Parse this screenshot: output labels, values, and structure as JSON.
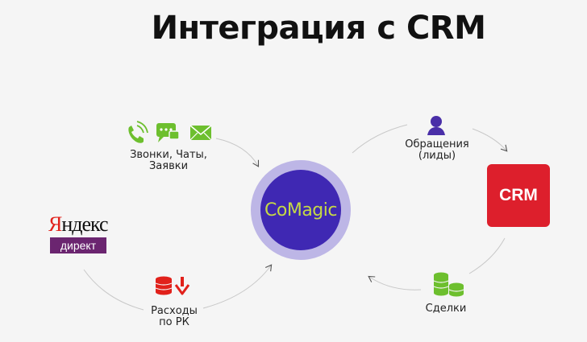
{
  "title": "Интеграция с CRM",
  "hub": {
    "label": "CoMagic",
    "colors": {
      "ring": "#bdb6e6",
      "fill": "#3f28b3",
      "text": "#c6d945"
    }
  },
  "crm": {
    "label": "CRM",
    "color": "#dd1f2c"
  },
  "yandex": {
    "name_first": "Я",
    "name_rest": "ндекс",
    "badge": "директ",
    "badge_color": "#6b2570"
  },
  "labels": {
    "calls": {
      "line1": "Звонки, Чаты,",
      "line2": "Заявки",
      "icons": [
        "phone-icon",
        "chat-icon",
        "mail-icon"
      ],
      "color": "#6dbf2e"
    },
    "leads": {
      "line1": "Обращения",
      "line2": "(лиды)",
      "icon": "user-icon",
      "color": "#4a2fa8"
    },
    "deals": {
      "line1": "Сделки",
      "icon": "coins-icon",
      "color": "#6dbf2e"
    },
    "costs": {
      "line1": "Расходы",
      "line2": "по РК",
      "icon": "coins-down-icon",
      "color": "#e1211b"
    }
  }
}
